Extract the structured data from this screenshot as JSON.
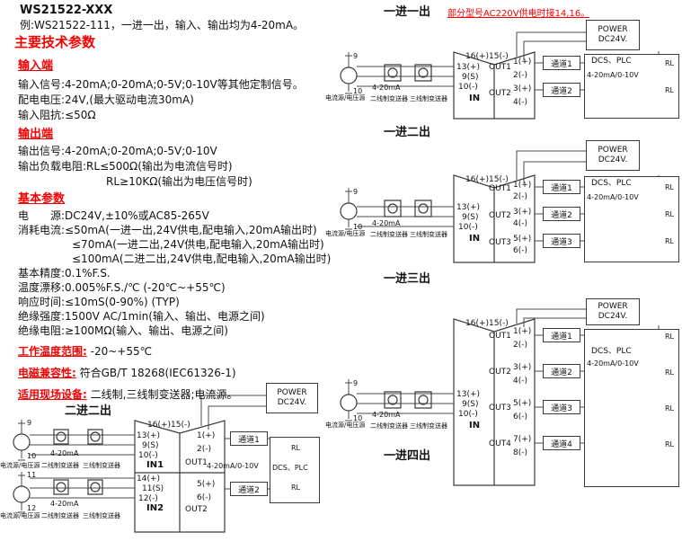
{
  "header": {
    "model": "WS21522-XXX",
    "example": "例:WS21522-111，一进一出，输入、输出均为4-20mA。",
    "main_title": "主要技术参数"
  },
  "specs": {
    "input_title": "输入端",
    "input_lines": [
      "输入信号:4-20mA;0-20mA;0-5V;0-10V等其他定制信号。",
      "配电电压:24V,(最大驱动电流30mA)",
      "输入阻抗:≤50Ω"
    ],
    "output_title": "输出端",
    "output_lines": [
      "输出信号:4-20mA;0-20mA;0-5V;0-10V",
      "输出负载电阻:RL≤500Ω(输出为电流信号时)",
      "RL≥10KΩ(输出为电压信号时)"
    ],
    "basic_title": "基本参数",
    "basic_lines": [
      "电　　源:DC24V,±10%或AC85-265V",
      "消耗电流:≤50mA(一进一出,24V供电,配电输入,20mA输出时)",
      "≤70mA(一进二出,24V供电,配电输入,20mA输出时)",
      "≤100mA(二进二出,24V供电,配电输入,20mA输出时)",
      "基本精度:0.1%F.S.",
      "温度漂移:0.005%F.S./℃ (-20℃~+55℃)",
      "响应时间:≤10mS(0-90%) (TYP)",
      "绝缘强度:1500V AC/1min(输入、输出、电源之间)",
      "绝缘电阻:≥100MΩ(输入、输出、电源之间)"
    ],
    "temp_label": "工作温度范围:",
    "temp_value": " -20~+55℃",
    "emc_label": "电磁兼容性:",
    "emc_value": " 符合GB/T 18268(IEC61326-1)",
    "field_label": "适用现场设备:",
    "field_value": " 二线制,三线制变送器;电流源。"
  },
  "note": "部分型号AC220V供电时接14,16。",
  "right_titles": [
    "一进一出",
    "一进二出",
    "一进三出",
    "一进四出"
  ],
  "common": {
    "power_line1": "POWER",
    "power_line2": "DC24V.",
    "top_terminals": "16(+)15(-)",
    "dcs_title": "DCS、PLC",
    "dcs_signal": "4-20mA/0-10V",
    "rl": "RL",
    "in_label": "IN",
    "source_label": "电流源/电压源",
    "source_signal": "4-20mA",
    "two_wire_label": "二线制变送器",
    "three_wire_label": "三线制变送器"
  },
  "d1": {
    "in_terminals": [
      "13(+)",
      "9(S)",
      "10(-)"
    ],
    "out_terminals": [
      "1(+)",
      "2(-)",
      "3(+)",
      "4(-)"
    ],
    "out_labels": [
      "OUT1",
      "OUT2"
    ],
    "channels": [
      "通道1",
      "通道2"
    ],
    "source_terminals": [
      "9",
      "10"
    ]
  },
  "d2": {
    "in_terminals": [
      "13(+)",
      "9(S)",
      "10(-)"
    ],
    "out_terminals": [
      "1(+)",
      "2(-)",
      "3(+)",
      "4(-)",
      "5(+)",
      "6(-)"
    ],
    "out_labels": [
      "OUT1",
      "OUT2",
      "OUT3"
    ],
    "channels": [
      "通道1",
      "通道2",
      "通道3"
    ],
    "source_terminals": [
      "9",
      "10"
    ]
  },
  "d3": {
    "in_terminals": [
      "13(+)",
      "9(S)",
      "10(-)"
    ],
    "out_terminals": [
      "1(+)",
      "2(-)",
      "3(+)",
      "4(-)",
      "5(+)",
      "6(-)",
      "7(+)",
      "8(-)"
    ],
    "out_labels": [
      "OUT1",
      "OUT2",
      "OUT3",
      "OUT4"
    ],
    "channels": [
      "通道1",
      "通道2",
      "通道3",
      "通道4"
    ],
    "source_terminals": [
      "9",
      "10"
    ]
  },
  "d4": {
    "title": "二进二出",
    "in1_label": "IN1",
    "in2_label": "IN2",
    "in1_terminals": [
      "13(+)",
      "9(S)",
      "10(-)"
    ],
    "in2_terminals": [
      "14(+)",
      "11(S)",
      "12(-)"
    ],
    "out1_label": "OUT1",
    "out2_label": "OUT2",
    "out1_terminals": [
      "1(+)",
      "2(-)"
    ],
    "out2_terminals": [
      "5(+)",
      "6(-)"
    ],
    "channels": [
      "通道1",
      "通道2"
    ],
    "source1_terminals": [
      "9",
      "10"
    ],
    "source2_terminals": [
      "11",
      "12"
    ]
  }
}
